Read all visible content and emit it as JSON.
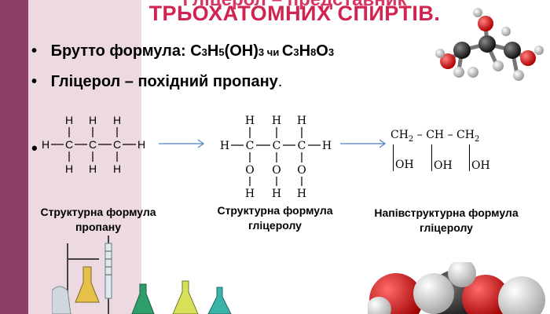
{
  "slide": {
    "title_top_partial": "Гліцерол – представник",
    "title": "ТРЬОХАТОМНИХ СПИРТІВ.",
    "bullets": [
      {
        "prefix": "Брутто формула: C",
        "parts": [
          "3",
          "H",
          "5",
          "(OH)",
          "3",
          " чи ",
          "C",
          "3",
          "H",
          "8",
          "O",
          "3"
        ]
      },
      {
        "text": "Гліцерол – похідний  пропану",
        "suffix": "."
      }
    ],
    "stray_bullet": "•",
    "propane_formula": {
      "rows": [
        "H H H",
        "H–C–C–C–H",
        "H H H"
      ],
      "atoms": {
        "c": "C",
        "h": "H"
      }
    },
    "glycerol_formula": {
      "atoms": {
        "c": "C",
        "h": "H",
        "o": "O"
      }
    },
    "semi_formula": {
      "top": [
        "CH",
        "2",
        " – CH – CH",
        "2"
      ],
      "bottom": [
        "OH",
        "OH",
        "OH"
      ]
    },
    "captions": {
      "propane": [
        "Структурна формула",
        "пропану"
      ],
      "glycerol": [
        "Структурна формула",
        "гліцеролу"
      ],
      "semi": [
        "Напівструктурна формула",
        "гліцеролу"
      ]
    },
    "colors": {
      "title": "#d0234f",
      "sidebar_dark": "#8c3f66",
      "sidebar_light": "#ecd9e2",
      "arrow": "#4f81bd"
    },
    "images": [
      "ball-and-stick-model-icon",
      "space-filling-model-icon",
      "lab-glassware-icon"
    ]
  }
}
